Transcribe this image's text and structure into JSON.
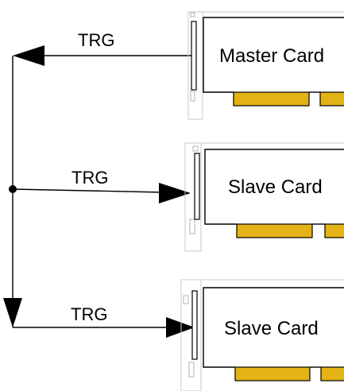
{
  "diagram": {
    "signal_labels": {
      "top": "TRG",
      "middle": "TRG",
      "bottom": "TRG"
    },
    "cards": [
      {
        "label": "Master Card"
      },
      {
        "label": "Slave Card"
      },
      {
        "label": "Slave Card"
      }
    ]
  },
  "colors": {
    "line": "#000000",
    "card_outline": "#000000",
    "bracket_outline": "#c8c8c8",
    "connector_fill": "#e3b215",
    "connector_stroke": "#000000",
    "background": "#ffffff"
  }
}
